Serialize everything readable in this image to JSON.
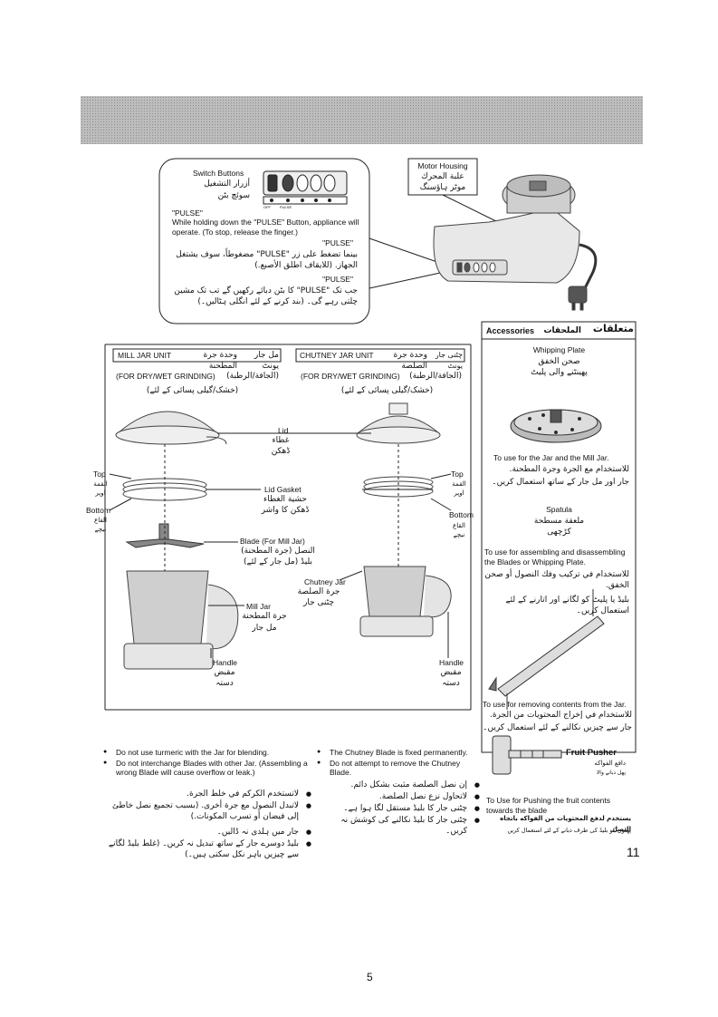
{
  "switch_box": {
    "title_en": "Switch Buttons",
    "title_ar": "أزرار التشغيل",
    "title_ur": "سوئچ بٹن",
    "labels": [
      "OFF",
      "PULSE"
    ],
    "pulse_label": "\"PULSE\"",
    "pulse_text_en": "While holding down the \"PULSE\" Button, appliance will operate. (To stop, release the finger.)",
    "pulse_heading_ar": "\"PULSE\"",
    "pulse_text_ar": "بينما تضغط على زر \"PULSE\" مضغوطاً، سوف يشتغل الجهاز. (للايقاف اطلق الأصبع.)",
    "pulse_heading_ur": "\"PULSE\"",
    "pulse_text_ur": "جب تک \"PULSE\" کا بٹن دبائے رکھیں گے تب تک مشین چلتی رہے گی۔ (بند کرنے کے لئے انگلی ہٹالیں۔)"
  },
  "motor_box": {
    "title_en": "Motor Housing",
    "title_ar": "علبة المحرك",
    "title_ur": "موٹر ہاؤسنگ"
  },
  "accessories": {
    "title_en": "Accessories",
    "title_ar": "الملحقات",
    "title_ur": "متعلقات",
    "whipping_plate": {
      "name_en": "Whipping Plate",
      "name_ar": "صحن الخفق",
      "name_ur": "پھینٹنے والی پلیٹ",
      "use_en": "To use for the Jar and the Mill Jar.",
      "use_ar": "للاستخدام مع الجرة وجرة المطحنة.",
      "use_ur": "جار اور مل جار کے ساتھ استعمال کریں۔"
    },
    "spatula": {
      "name_en": "Spatula",
      "name_ar": "ملعقة مسطحة",
      "name_ur": "کڑچھی",
      "use_en": "To use for assembling and disassembling the Blades or Whipping Plate.",
      "use_ar": "للاستخدام في تركيب وفك النصول أو صحن الخفق.",
      "use_ur": "بلیڈ یا پلیٹ کو لگانے اور اتارنے کے لئے استعمال کریں۔",
      "use2_en": "To use for removing contents from the Jar.",
      "use2_ar": "للاستخدام في إخراج المحتويات من الجرة.",
      "use2_ur": "جار سے چیزیں نکالنے کے لئے استعمال کریں۔"
    },
    "fruit_pusher": {
      "name_en": "Fruit Pusher",
      "name_ar": "دافع الفواكه",
      "name_ur": "پھل دبانے والا",
      "use_en": "To Use for Pushing the fruit contents towards the blade",
      "use_ar": "يستخدم لدفع المحتويات من الفواكه باتجاه النصل",
      "use_ur": "پھلوں کو بلیڈ کی طرف دبانے کے لئے استعمال کریں"
    }
  },
  "mill_unit": {
    "title_en": "MILL JAR UNIT",
    "title_ar": "وحدة جرة المطحنة",
    "title_ur": "مل جار یونٹ",
    "sub_en": "(FOR DRY/WET GRINDING)",
    "sub_ar": "(الجافة/الرطبة)",
    "sub_ur": "(خشک/گیلی پسائی کے لئے)"
  },
  "chutney_unit": {
    "title_en": "CHUTNEY JAR UNIT",
    "title_ar": "وحدة جرة الصلصة",
    "title_ur": "چٹنی جار یونٹ",
    "sub_en": "(FOR DRY/WET GRINDING)",
    "sub_ar": "(الجافة/الرطبة)",
    "sub_ur": "(خشک/گیلی پسائی کے لئے)"
  },
  "parts": {
    "lid_en": "Lid",
    "lid_ar": "غطاء",
    "lid_ur": "ڈھکن",
    "gasket_en": "Lid Gasket",
    "gasket_ar": "حشية الغطاء",
    "gasket_ur": "ڈھکن کا واشر",
    "top_en": "Top",
    "top_ar": "القمة",
    "top_ur": "اوپر",
    "bottom_en": "Bottom",
    "bottom_ar": "القاع",
    "bottom_ur": "نیچے",
    "blade_en": "Blade (For Mill Jar)",
    "blade_ar": "النصل (جرة المطحنة)",
    "blade_ur": "بلیڈ (مل جار کے لئے)",
    "chutney_jar_en": "Chutney Jar",
    "chutney_jar_ar": "جرة الصلصة",
    "chutney_jar_ur": "چٹنی جار",
    "mill_jar_en": "Mill Jar",
    "mill_jar_ar": "جرة المطحنة",
    "mill_jar_ur": "مل جار",
    "handle_en": "Handle",
    "handle_ar": "مقبض",
    "handle_ur": "دستہ"
  },
  "notes_left": {
    "en": [
      "Do not use turmeric with the Jar for blending.",
      "Do not interchange Blades with other Jar. (Assembling a wrong Blade will cause overflow or leak.)"
    ],
    "ar": [
      "لاتستخدم الكركم في خلط الجرة.",
      "لاتبدل النصول مع جرة أخرى. (بسبب تجميع نصل خاطئ إلى فيضان أو تسرب المكونات.)"
    ],
    "ur": [
      "جار میں ہلدی نہ ڈالیں۔",
      "بلیڈ دوسرے جار کے ساتھ تبدیل نہ کریں۔ (غلط بلیڈ لگانے سے چیزیں باہر نکل سکتی ہیں۔)"
    ]
  },
  "notes_right": {
    "en": [
      "The Chutney Blade is fixed permanently.",
      "Do not attempt to remove the Chutney Blade."
    ],
    "ar": [
      "إن نصل الصلصة مثبت بشكل دائم.",
      "لاتحاول نزع نصل الصلصة."
    ],
    "ur": [
      "چٹنی جار کا بلیڈ مستقل لگا ہوا ہے۔",
      "چٹنی جار کا بلیڈ نکالنے کی کوشش نہ کریں۔"
    ]
  },
  "side_page_number": "11",
  "page_number": "5"
}
